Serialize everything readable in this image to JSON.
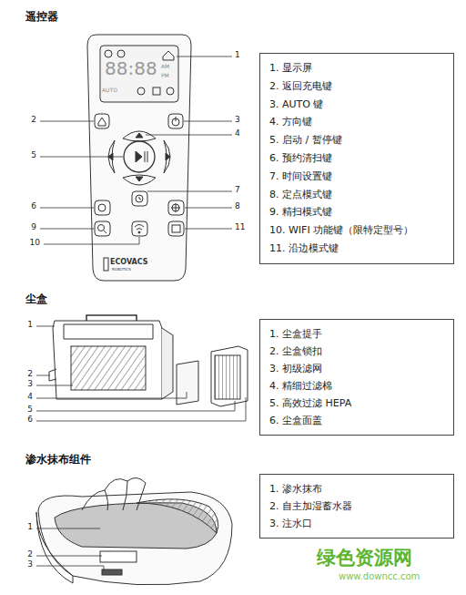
{
  "diagram": {
    "nodes": [
      {
        "text": [
          "1. 显示屏",
          "2. 返回充电键",
          "3. AUTO 键",
          "4. 方向键",
          "5. 启动 / 暂停键",
          "6. 预约清扫键",
          "7. 时间设置键",
          "8. 定点模式键",
          "9. 精扫模式键",
          "10. WIFI 功能键（限特定型号）",
          "11. 沿边模式键"
        ]
      },
      {
        "text": [
          "1. 尘盒提手",
          "2. 尘盒锁扣",
          "3. 初级滤网",
          "4. 精细过滤棉",
          "5. 高效过滤 HEPA",
          "6. 尘盒面盖"
        ]
      },
      {
        "text": [
          "1. 渗水抹布",
          "2. 自主加湿蓄水器",
          "3. 注水口"
        ]
      }
    ],
    "labels": [
      "遥控器",
      "1",
      "2",
      "3",
      "4",
      "5",
      "6",
      "7",
      "8",
      "9",
      "10",
      "11",
      "88:88",
      "AM",
      "PM",
      "AUTO",
      "ECOVACS",
      "ROBOTICS",
      "尘盒",
      "1",
      "2",
      "3",
      "4",
      "5",
      "6",
      "渗水抹布组件",
      "1",
      "2",
      "3",
      "绿色资源网",
      "www.downcc.com"
    ]
  }
}
